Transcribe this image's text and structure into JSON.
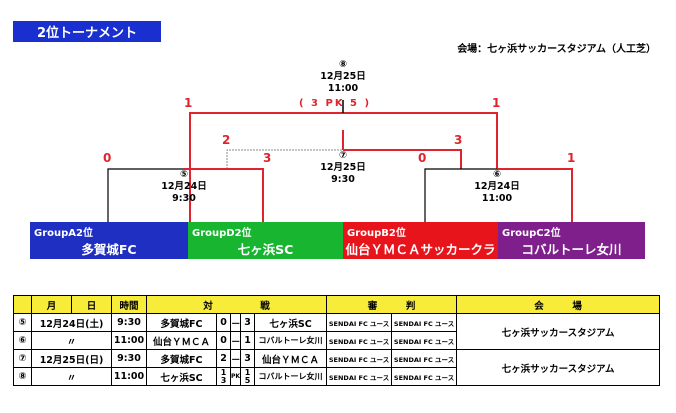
{
  "title": "2位トーナメント",
  "venue_line": "会場：七ヶ浜サッカースタジアム（人工芝）",
  "final": {
    "no": "⑧",
    "date": "12月25日",
    "time": "11:00",
    "score_left": "1",
    "score_right": "1",
    "pk_text": "( 3 PK 5 )"
  },
  "semi_mid": {
    "no": "⑦",
    "date": "12月25日",
    "time": "9:30",
    "score_left": "2",
    "score_right": "3",
    "score_left2": "3",
    "score_right2": "0"
  },
  "semi_left": {
    "no": "⑤",
    "date": "12月24日",
    "time": "9:30",
    "score_left": "0",
    "score_right": "3"
  },
  "semi_right": {
    "no": "⑥",
    "date": "12月24日",
    "time": "11:00",
    "score_left": "0",
    "score_right": "1"
  },
  "teams": [
    {
      "group": "GroupA2位",
      "name": "多賀城FC",
      "color": "#1f2fc2"
    },
    {
      "group": "GroupD2位",
      "name": "七ヶ浜SC",
      "color": "#18b531"
    },
    {
      "group": "GroupB2位",
      "name": "仙台ＹＭＣＡサッカークラブ",
      "color": "#e8141c"
    },
    {
      "group": "GroupC2位",
      "name": "コバルトーレ女川",
      "color": "#7e1f8c"
    }
  ],
  "table": {
    "headers": {
      "month": "月",
      "day": "日",
      "time": "時間",
      "match": "対",
      "match2": "戦",
      "ref": "審",
      "ref2": "判",
      "venue": "会",
      "venue2": "場"
    },
    "rows": [
      {
        "no": "⑤",
        "date": "12月24日(土)",
        "time": "9:30",
        "home": "多賀城FC",
        "hs": "0",
        "dash": "－",
        "as": "3",
        "away": "七ヶ浜SC",
        "ref1": "SENDAI FC ユース",
        "ref2": "SENDAI FC ユース"
      },
      {
        "no": "⑥",
        "date": "〃",
        "time": "11:00",
        "home": "仙台ＹＭＣＡ",
        "hs": "0",
        "dash": "－",
        "as": "1",
        "away": "コバルトーレ女川",
        "ref1": "SENDAI FC ユース",
        "ref2": "SENDAI FC ユース"
      },
      {
        "no": "⑦",
        "date": "12月25日(日)",
        "time": "9:30",
        "home": "多賀城FC",
        "hs": "2",
        "dash": "－",
        "as": "3",
        "away": "仙台ＹＭＣＡ",
        "ref1": "SENDAI FC ユース",
        "ref2": "SENDAI FC ユース"
      },
      {
        "no": "⑧",
        "date": "〃",
        "time": "11:00",
        "home": "七ヶ浜SC",
        "hs": "1",
        "hs_pk": "3",
        "pk": "PK",
        "as": "1",
        "as_pk": "5",
        "away": "コバルトーレ女川",
        "ref1": "SENDAI FC ユース",
        "ref2": "SENDAI FC ユース"
      }
    ],
    "venue_a": "七ヶ浜サッカースタジアム",
    "venue_b": "七ヶ浜サッカースタジアム"
  }
}
